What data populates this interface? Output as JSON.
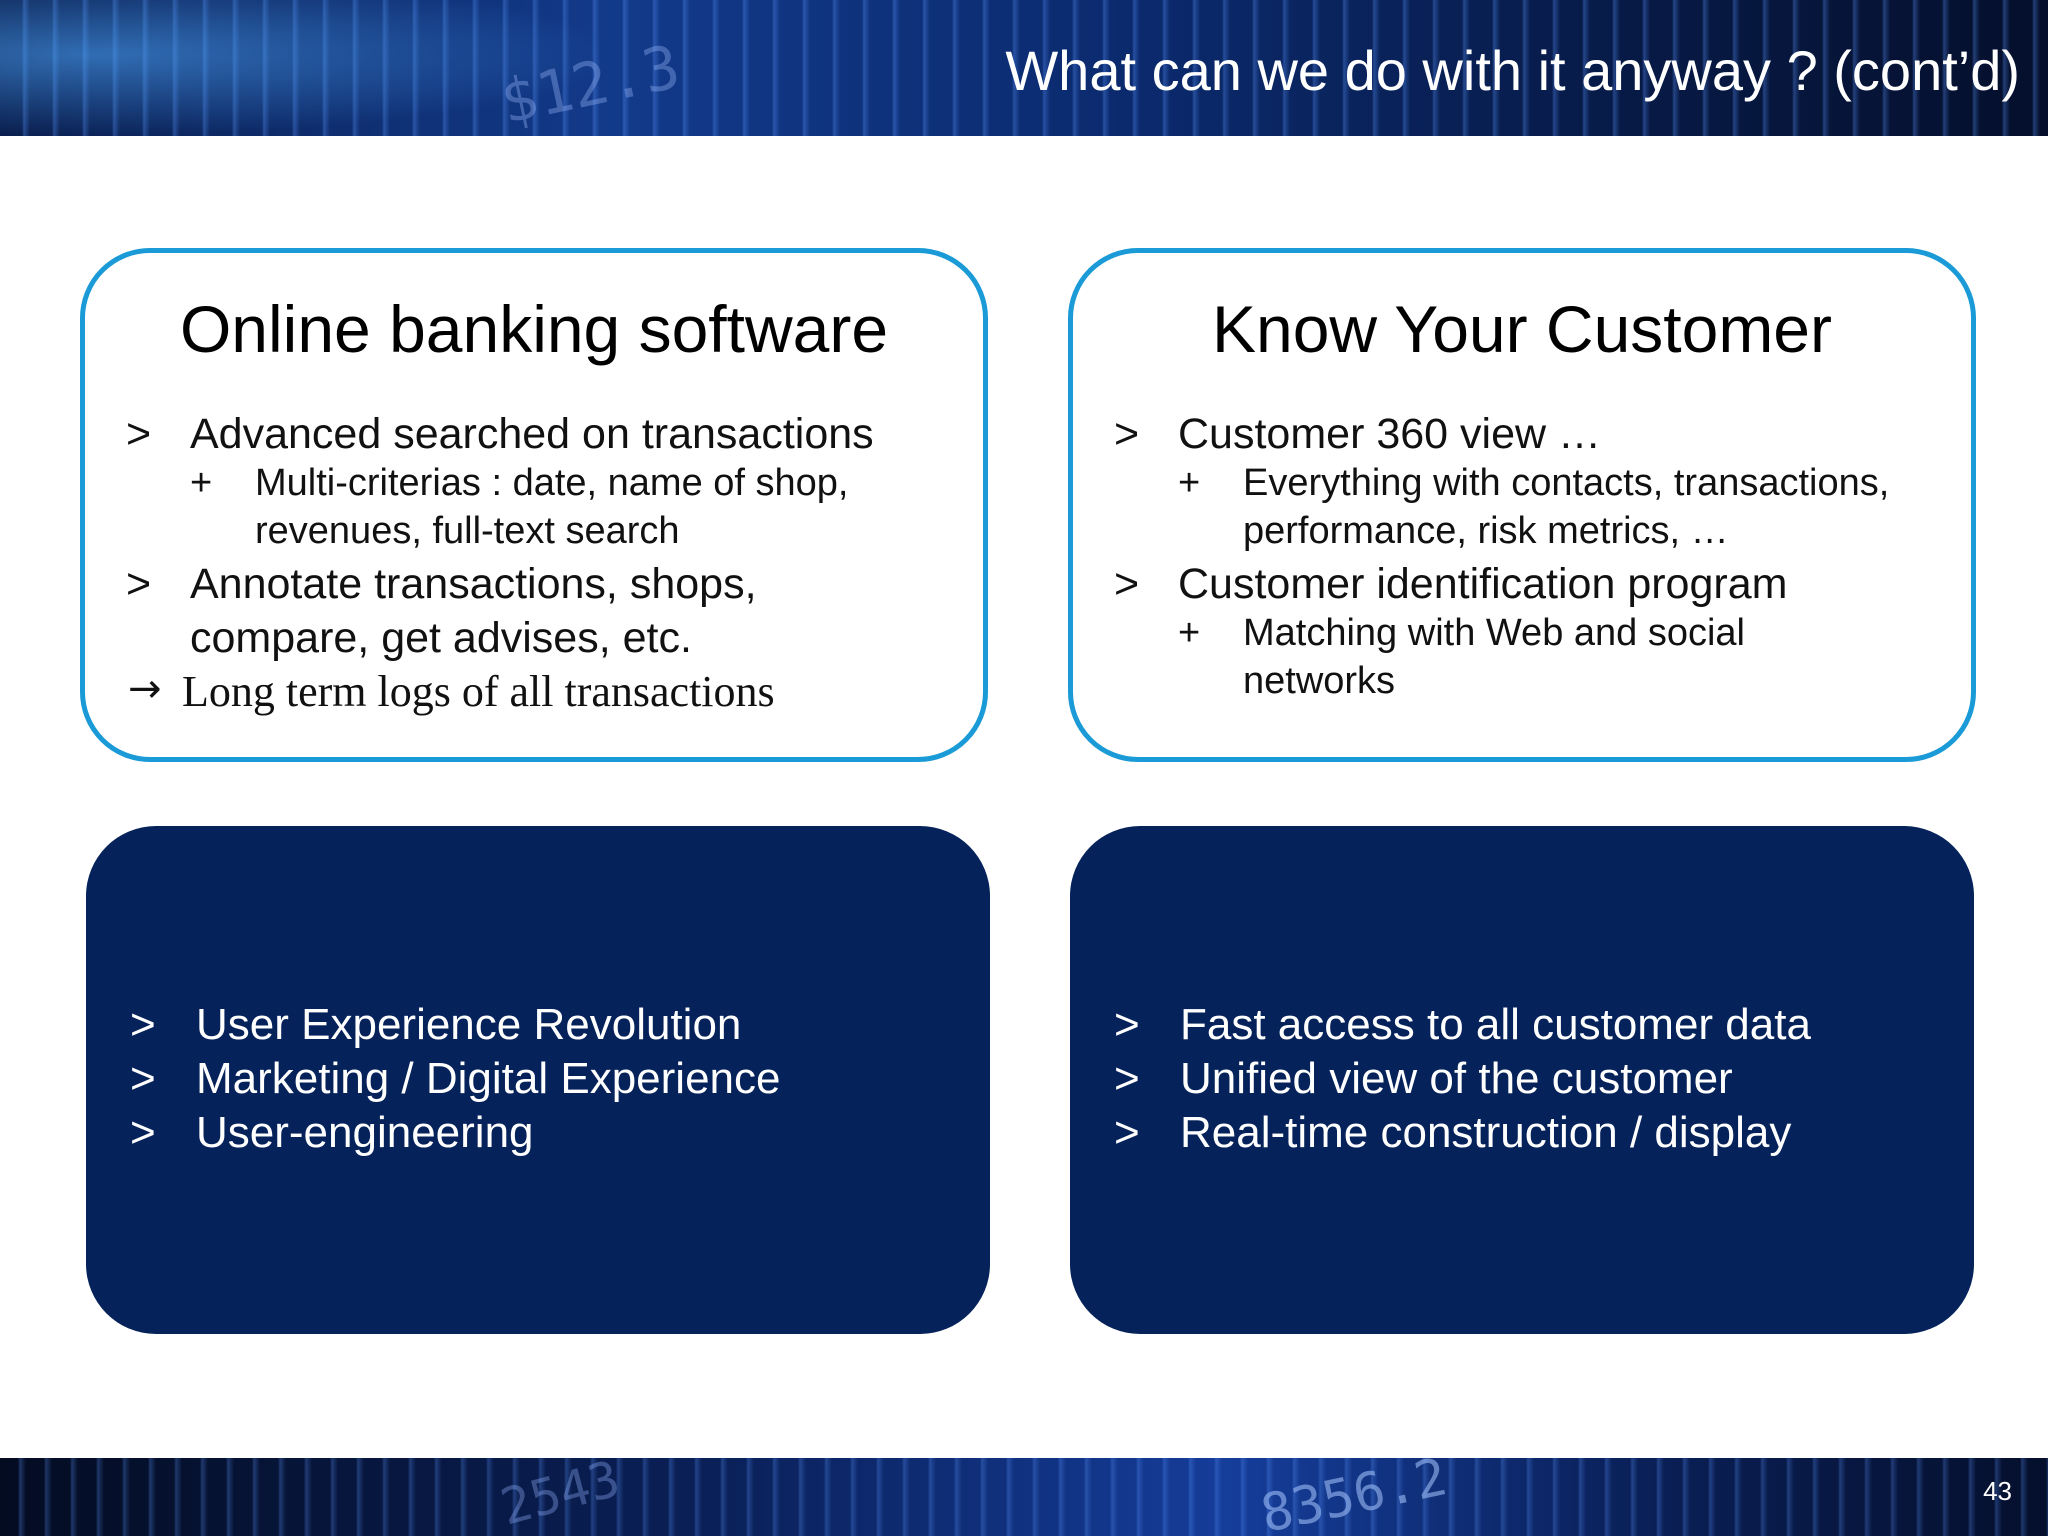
{
  "slide": {
    "title": "What can we do with it anyway ? (cont’d)",
    "page_number": "43"
  },
  "header_deco": {
    "text": "$12.3"
  },
  "footer_deco": {
    "left_text": "2543",
    "right_text": "8356.2"
  },
  "cards": {
    "online_banking": {
      "title": "Online banking software",
      "marker": ">",
      "sub_marker": "+",
      "bullet1": "Advanced searched on transactions",
      "sub1_line1": "Multi-criterias : date, name of shop,",
      "sub1_line2": "revenues, full-text search",
      "bullet2_line1": "Annotate transactions, shops,",
      "bullet2_line2": "compare, get advises, etc.",
      "arrow_symbol": "→",
      "arrow_text": "Long term logs of all transactions"
    },
    "kyc": {
      "title": "Know Your Customer",
      "marker": ">",
      "sub_marker": "+",
      "bullet1": "Customer 360 view …",
      "sub1_line1": "Everything with contacts, transactions,",
      "sub1_line2": "performance, risk metrics, …",
      "bullet2": "Customer identification program",
      "sub2_line1": "Matching with Web and social",
      "sub2_line2": "networks"
    }
  },
  "dark_cards": {
    "left": {
      "marker": ">",
      "items": [
        "User Experience Revolution",
        "Marketing / Digital Experience",
        "User-engineering"
      ]
    },
    "right": {
      "marker": ">",
      "items": [
        "Fast access to all customer data",
        "Unified view of the customer",
        "Real-time construction / display"
      ]
    }
  },
  "colors": {
    "accent_border": "#1a9ad6",
    "dark_card": "#06225a",
    "header_bg": "#0b2a6e"
  }
}
